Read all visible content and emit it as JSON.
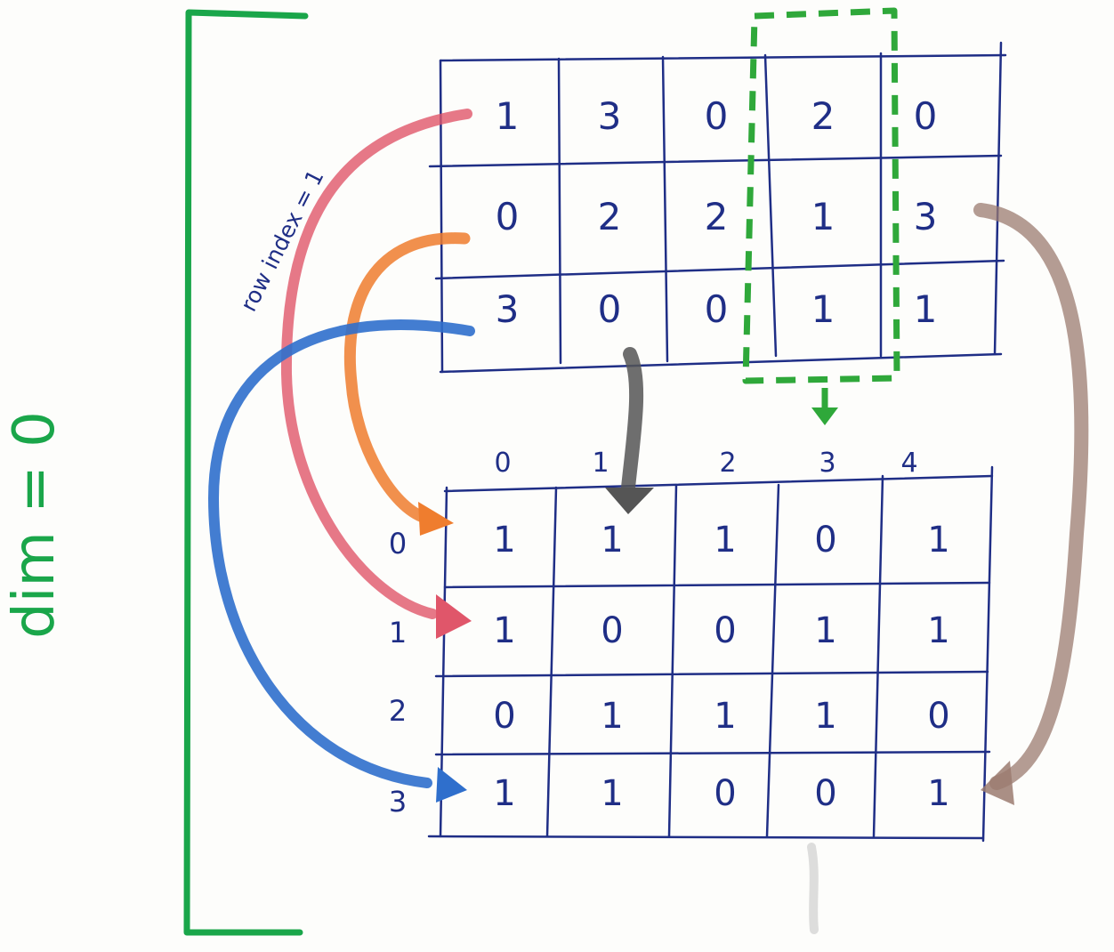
{
  "dim_label": "dim = 0",
  "annotation": "row index = 1",
  "colors": {
    "bracket": "#1aa64a",
    "grid": "#1f2e86",
    "red_arrow": "#e0566a",
    "orange_arrow": "#ef7d2e",
    "blue_arrow": "#2f6fcc",
    "gray_arrow": "#555555",
    "brown_arrow": "#9b7b70",
    "dashed_box": "#2fa83a"
  },
  "source_matrix": [
    [
      "1",
      "3",
      "0",
      "2",
      "0"
    ],
    [
      "0",
      "2",
      "2",
      "1",
      "3"
    ],
    [
      "3",
      "0",
      "0",
      "1",
      "1"
    ]
  ],
  "result_matrix": {
    "col_labels": [
      "0",
      "1",
      "2",
      "3",
      "4"
    ],
    "row_labels": [
      "0",
      "1",
      "2",
      "3"
    ],
    "values": [
      [
        "1",
        "1",
        "1",
        "0",
        "1"
      ],
      [
        "1",
        "0",
        "0",
        "1",
        "1"
      ],
      [
        "0",
        "1",
        "1",
        "1",
        "0"
      ],
      [
        "1",
        "1",
        "0",
        "0",
        "1"
      ]
    ]
  }
}
